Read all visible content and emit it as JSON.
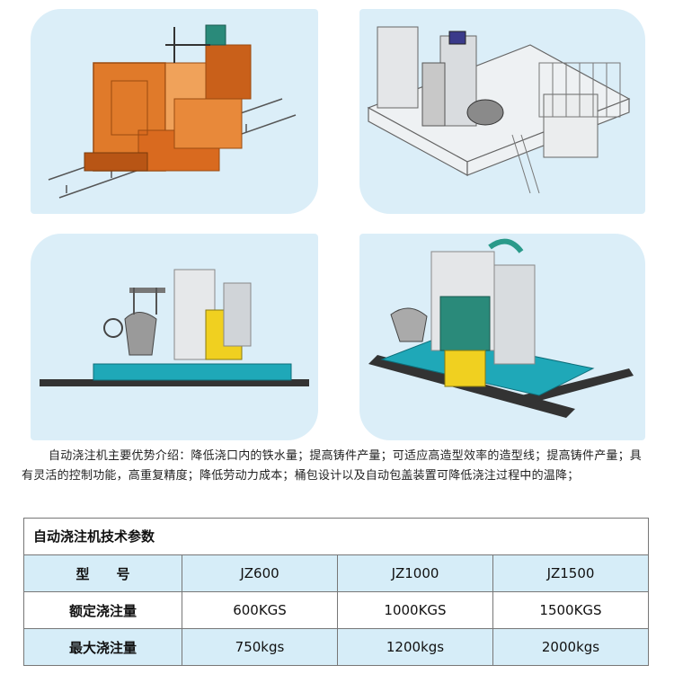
{
  "intro_text": "自动浇注机主要优势介绍：降低浇口内的铁水量；提高铸件产量；可适应高造型效率的造型线；提高铸件产量；具有灵活的控制功能，高重复精度；降低劳动力成本；桶包设计以及自动包盖装置可降低浇注过程中的温降；",
  "spec": {
    "title": "自动浇注机技术参数",
    "rows": [
      {
        "label": "型号",
        "values": [
          "JZ600",
          "JZ1000",
          "JZ1500"
        ]
      },
      {
        "label": "额定浇注量",
        "values": [
          "600KGS",
          "1000KGS",
          "1500KGS"
        ]
      },
      {
        "label": "最大浇注量",
        "values": [
          "750kgs",
          "1200kgs",
          "2000kgs"
        ]
      }
    ]
  },
  "colors": {
    "panel_bg": "#dbeef8",
    "row_band": "#d6edf8",
    "machine_orange": "#e07a2a",
    "machine_teal": "#1fa8b8",
    "rail_dark": "#333333"
  }
}
